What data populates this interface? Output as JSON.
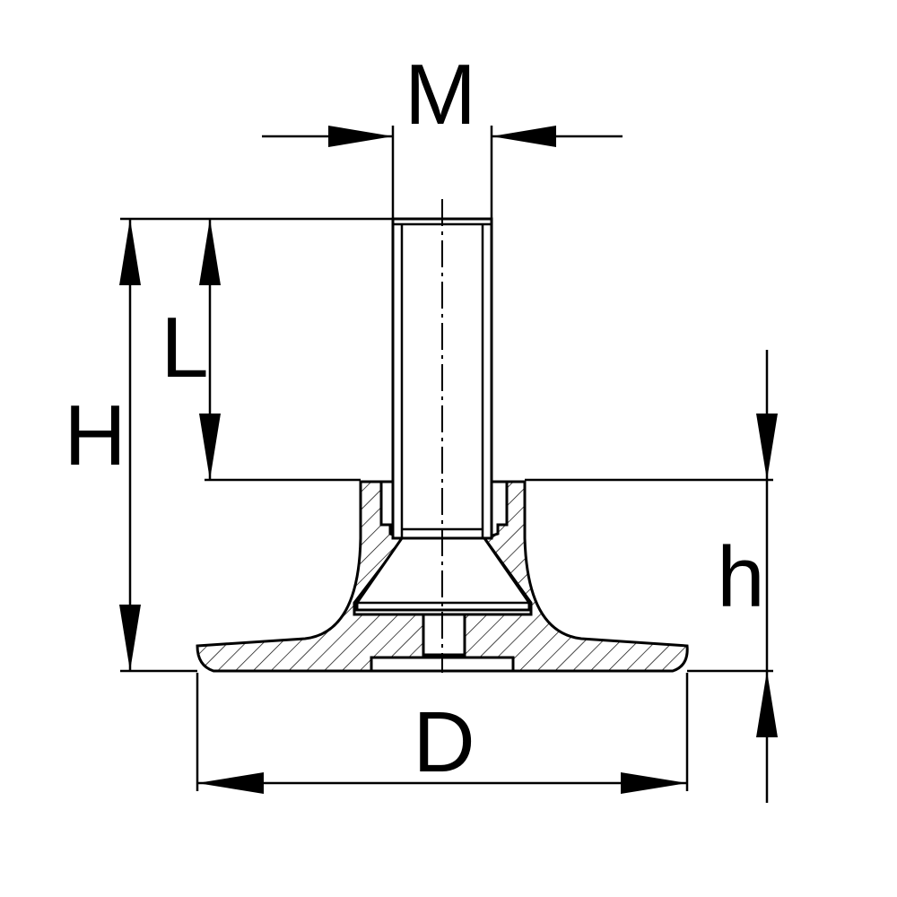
{
  "drawing": {
    "labels": {
      "m": "M",
      "l": "L",
      "h_total": "H",
      "h_base": "h",
      "d": "D"
    },
    "colors": {
      "line": "#000000",
      "background": "#ffffff"
    }
  }
}
